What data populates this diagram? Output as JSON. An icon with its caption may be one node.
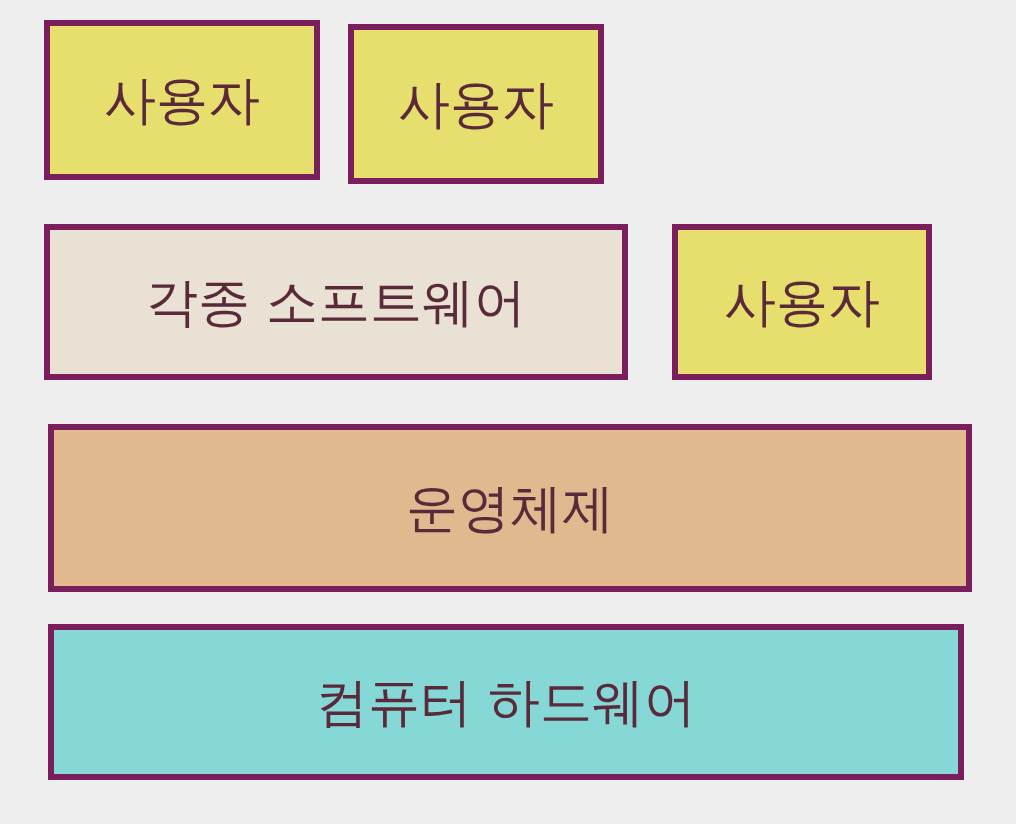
{
  "diagram": {
    "nodes": [
      {
        "text": [
          "사용자"
        ]
      },
      {
        "text": [
          "사용자"
        ]
      },
      {
        "text": [
          "각종 소프트웨어"
        ]
      },
      {
        "text": [
          "사용자"
        ]
      },
      {
        "text": [
          "운영체제"
        ]
      },
      {
        "text": [
          "컴퓨터 하드웨어"
        ]
      }
    ]
  }
}
